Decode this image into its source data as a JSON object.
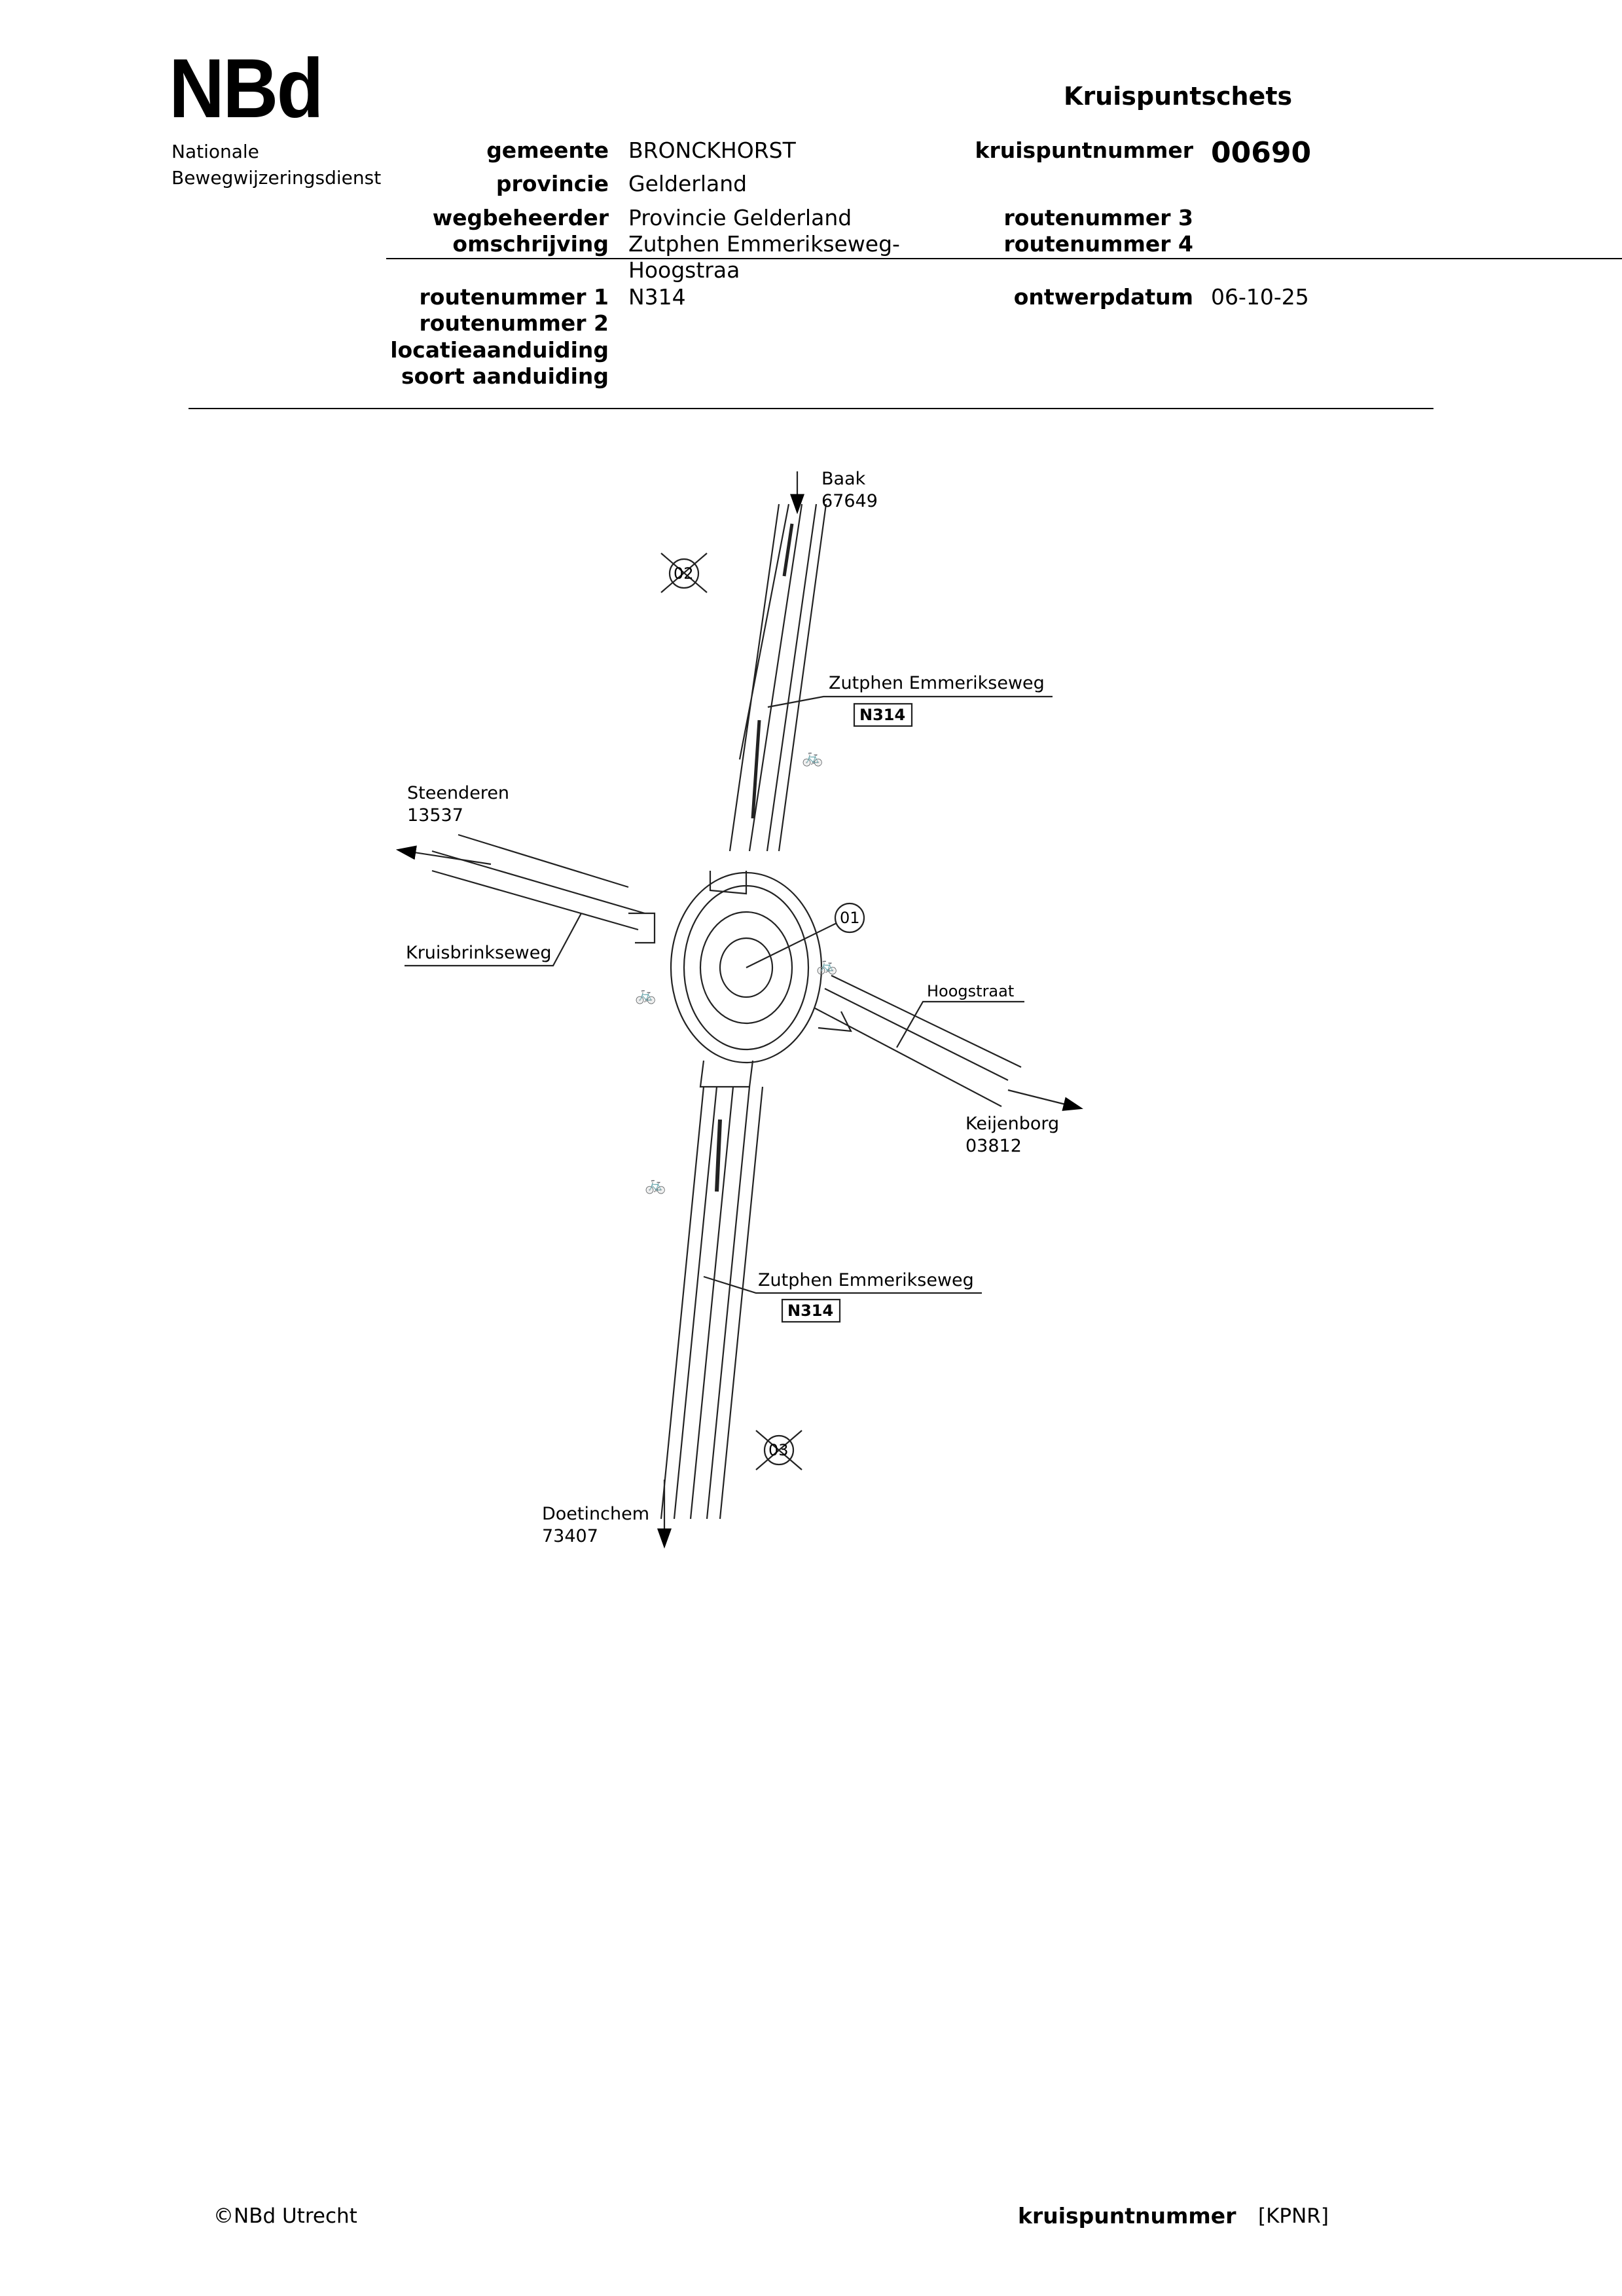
{
  "logo": {
    "mark": "NBd",
    "line1": "Nationale",
    "line2": "Bewegwijzeringsdienst"
  },
  "header": {
    "title": "Kruispuntschets",
    "fields_left": [
      {
        "label": "gemeente",
        "value": "BRONCKHORST"
      },
      {
        "label": "provincie",
        "value": "Gelderland"
      },
      {
        "label": "wegbeheerder",
        "value": "Provincie Gelderland"
      },
      {
        "label": "omschrijving",
        "value": "Zutphen Emmerikseweg-",
        "value2": "Hoogstraa"
      },
      {
        "label": "routenummer 1",
        "value": "N314"
      },
      {
        "label": "routenummer 2",
        "value": ""
      },
      {
        "label": "locatieaanduiding",
        "value": ""
      },
      {
        "label": "soort aanduiding",
        "value": ""
      }
    ],
    "kruispuntnummer_label": "kruispuntnummer",
    "kruispuntnummer": "00690",
    "routenummer3_label": "routenummer 3",
    "routenummer4_label": "routenummer 4",
    "ontwerpdatum_label": "ontwerpdatum",
    "ontwerpdatum": "06-10-25"
  },
  "map": {
    "destinations": [
      {
        "name": "Baak",
        "code": "67649"
      },
      {
        "name": "Steenderen",
        "code": "13537"
      },
      {
        "name": "Keijenborg",
        "code": "03812"
      },
      {
        "name": "Doetinchem",
        "code": "73407"
      }
    ],
    "street_names": {
      "north": "Zutphen Emmerikseweg",
      "west": "Kruisbrinkseweg",
      "east": "Hoogstraat",
      "south": "Zutphen Emmerikseweg"
    },
    "route_shields": [
      "N314",
      "N314"
    ],
    "markers": [
      "01",
      "02",
      "03"
    ]
  },
  "footer": {
    "copyright": "©NBd Utrecht",
    "kp_label": "kruispuntnummer",
    "kp_value": "[KPNR]"
  }
}
